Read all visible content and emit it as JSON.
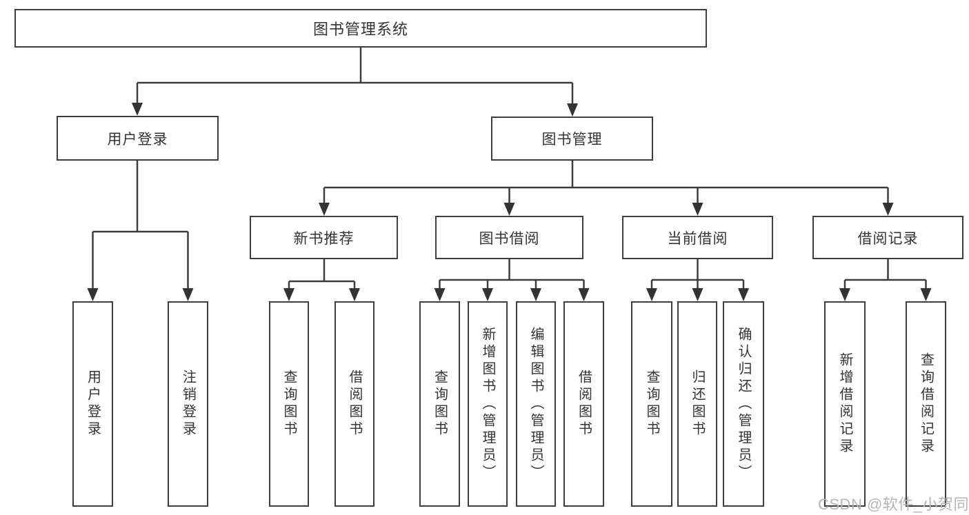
{
  "diagram": {
    "title": "图书管理系统",
    "level2": {
      "user_login": "用户登录",
      "book_management": "图书管理"
    },
    "level3": {
      "new_book": "新书推荐",
      "book_borrow": "图书借阅",
      "current_borrow": "当前借阅",
      "borrow_record": "借阅记录"
    },
    "leaves": {
      "login": [
        "用户登录",
        "注销登录"
      ],
      "new_book": [
        "查询图书",
        "借阅图书"
      ],
      "book_borrow": [
        "查询图书",
        "新增图书（管理员）",
        "编辑图书（管理员）",
        "借阅图书"
      ],
      "current_borrow": [
        "查询图书",
        "归还图书",
        "确认归还（管理员）"
      ],
      "borrow_record": [
        "新增借阅记录",
        "查询借阅记录"
      ]
    }
  },
  "watermark": "CSDN @软件_小贺同学",
  "colors": {
    "line": "#3c3c3c",
    "box_border": "#3c3c3c",
    "box_fill": "#ffffff",
    "text": "#333333",
    "watermark": "#b5b5b5"
  }
}
